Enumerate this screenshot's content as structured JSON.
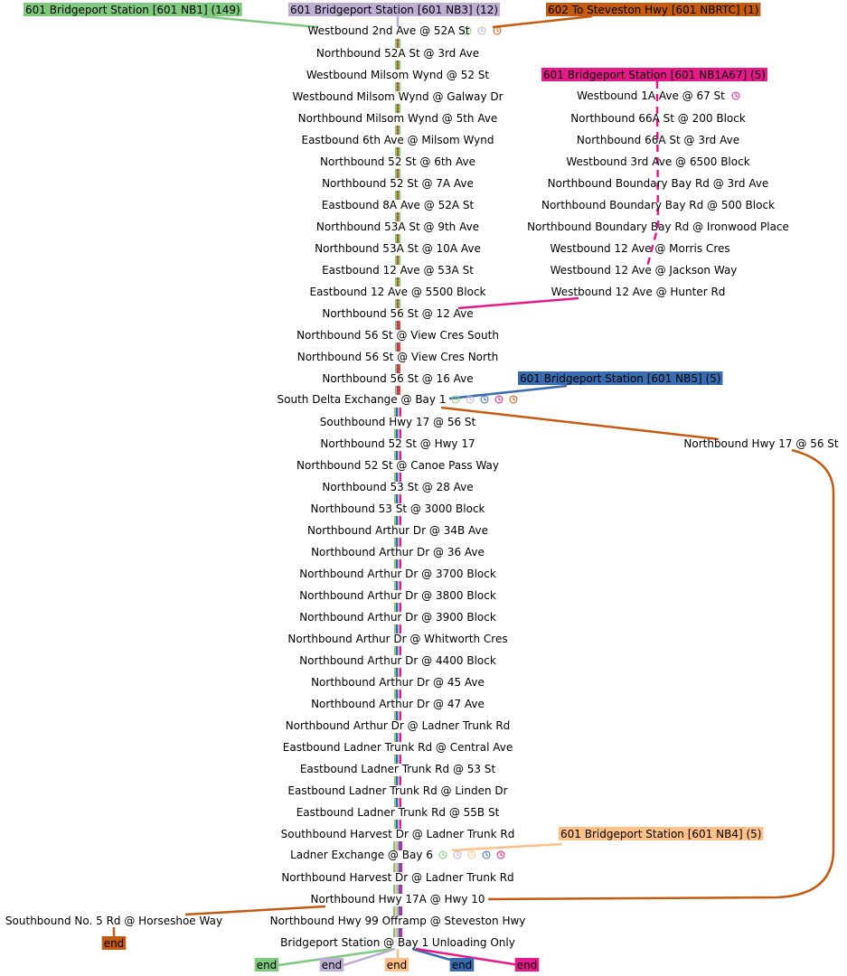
{
  "colors": {
    "nb1": "#7fc97f",
    "nb3": "#beaed4",
    "nb4": "#fdc086",
    "nbrtc": "#c55a11",
    "nb1a67": "#e7198a",
    "nb5": "#386cb0"
  },
  "route_labels": {
    "nb1": "601 Bridgeport Station [601 NB1] (149)",
    "nb3": "601 Bridgeport Station [601 NB3] (12)",
    "nbrtc": "602 To Steveston Hwy [601 NBRTC] (1)",
    "nb1a67": "601 Bridgeport Station [601 NB1A67] (5)",
    "nb5": "601 Bridgeport Station [601 NB5] (5)",
    "nb4": "601 Bridgeport Station [601 NB4] (5)"
  },
  "stops": {
    "s01": "Westbound 2nd Ave @ 52A St",
    "s02": "Northbound 52A St @ 3rd Ave",
    "s03": "Westbound Milsom Wynd @ 52 St",
    "s04": "Westbound Milsom Wynd @ Galway Dr",
    "s05": "Northbound Milsom Wynd @ 5th Ave",
    "s06": "Eastbound 6th Ave @ Milsom Wynd",
    "s07": "Northbound 52 St @ 6th Ave",
    "s08": "Northbound 52 St @ 7A Ave",
    "s09": "Eastbound 8A Ave @ 52A St",
    "s10": "Northbound 53A St @ 9th Ave",
    "s11": "Northbound 53A St @ 10A Ave",
    "s12": "Eastbound 12 Ave @ 53A St",
    "s13": "Eastbound 12 Ave @ 5500 Block",
    "s14": "Northbound 56 St @ 12 Ave",
    "s15": "Northbound 56 St @ View Cres South",
    "s16": "Northbound 56 St @ View Cres North",
    "s17": "Northbound 56 St @ 16 Ave",
    "s18": "South Delta Exchange @ Bay 1",
    "s19": "Southbound Hwy 17 @ 56 St",
    "s20": "Northbound 52 St @ Hwy 17",
    "s21": "Northbound 52 St @ Canoe Pass Way",
    "s22": "Northbound 53 St @ 28 Ave",
    "s23": "Northbound 53 St @ 3000 Block",
    "s24": "Northbound Arthur Dr @ 34B Ave",
    "s25": "Northbound Arthur Dr @ 36 Ave",
    "s26": "Northbound Arthur Dr @ 3700 Block",
    "s27": "Northbound Arthur Dr @ 3800 Block",
    "s28": "Northbound Arthur Dr @ 3900 Block",
    "s29": "Northbound Arthur Dr @ Whitworth Cres",
    "s30": "Northbound Arthur Dr @ 4400 Block",
    "s31": "Northbound Arthur Dr @ 45 Ave",
    "s32": "Northbound Arthur Dr @ 47 Ave",
    "s33": "Northbound Arthur Dr @ Ladner Trunk Rd",
    "s34": "Eastbound Ladner Trunk Rd @ Central Ave",
    "s35": "Eastbound Ladner Trunk Rd @ 53 St",
    "s36": "Eastbound Ladner Trunk Rd @ Linden Dr",
    "s37": "Eastbound Ladner Trunk Rd @ 55B St",
    "s38": "Southbound Harvest Dr @ Ladner Trunk Rd",
    "s39": "Ladner Exchange @ Bay 6",
    "s40": "Northbound Harvest Dr @ Ladner Trunk Rd",
    "s41": "Northbound Hwy 17A @ Hwy 10",
    "s42": "Northbound Hwy 99 Offramp @ Steveston Hwy",
    "s43": "Bridgeport Station @ Bay 1 Unloading Only",
    "b01": "Westbound 1A Ave @ 67 St",
    "b02": "Northbound 66A St @ 200 Block",
    "b03": "Northbound 66A St @ 3rd Ave",
    "b04": "Westbound 3rd Ave @ 6500 Block",
    "b05": "Northbound Boundary Bay Rd @ 3rd Ave",
    "b06": "Northbound Boundary Bay Rd @ 500 Block",
    "b07": "Northbound Boundary Bay Rd @ Ironwood Place",
    "b08": "Westbound 12 Ave @ Morris Cres",
    "b09": "Westbound 12 Ave @ Jackson Way",
    "b10": "Westbound 12 Ave @ Hunter Rd",
    "hwy17": "Northbound Hwy 17 @ 56 St",
    "no5": "Southbound No. 5 Rd @ Horseshoe Way"
  },
  "end_label": "end",
  "icons": {
    "timing": "clock-icon"
  }
}
